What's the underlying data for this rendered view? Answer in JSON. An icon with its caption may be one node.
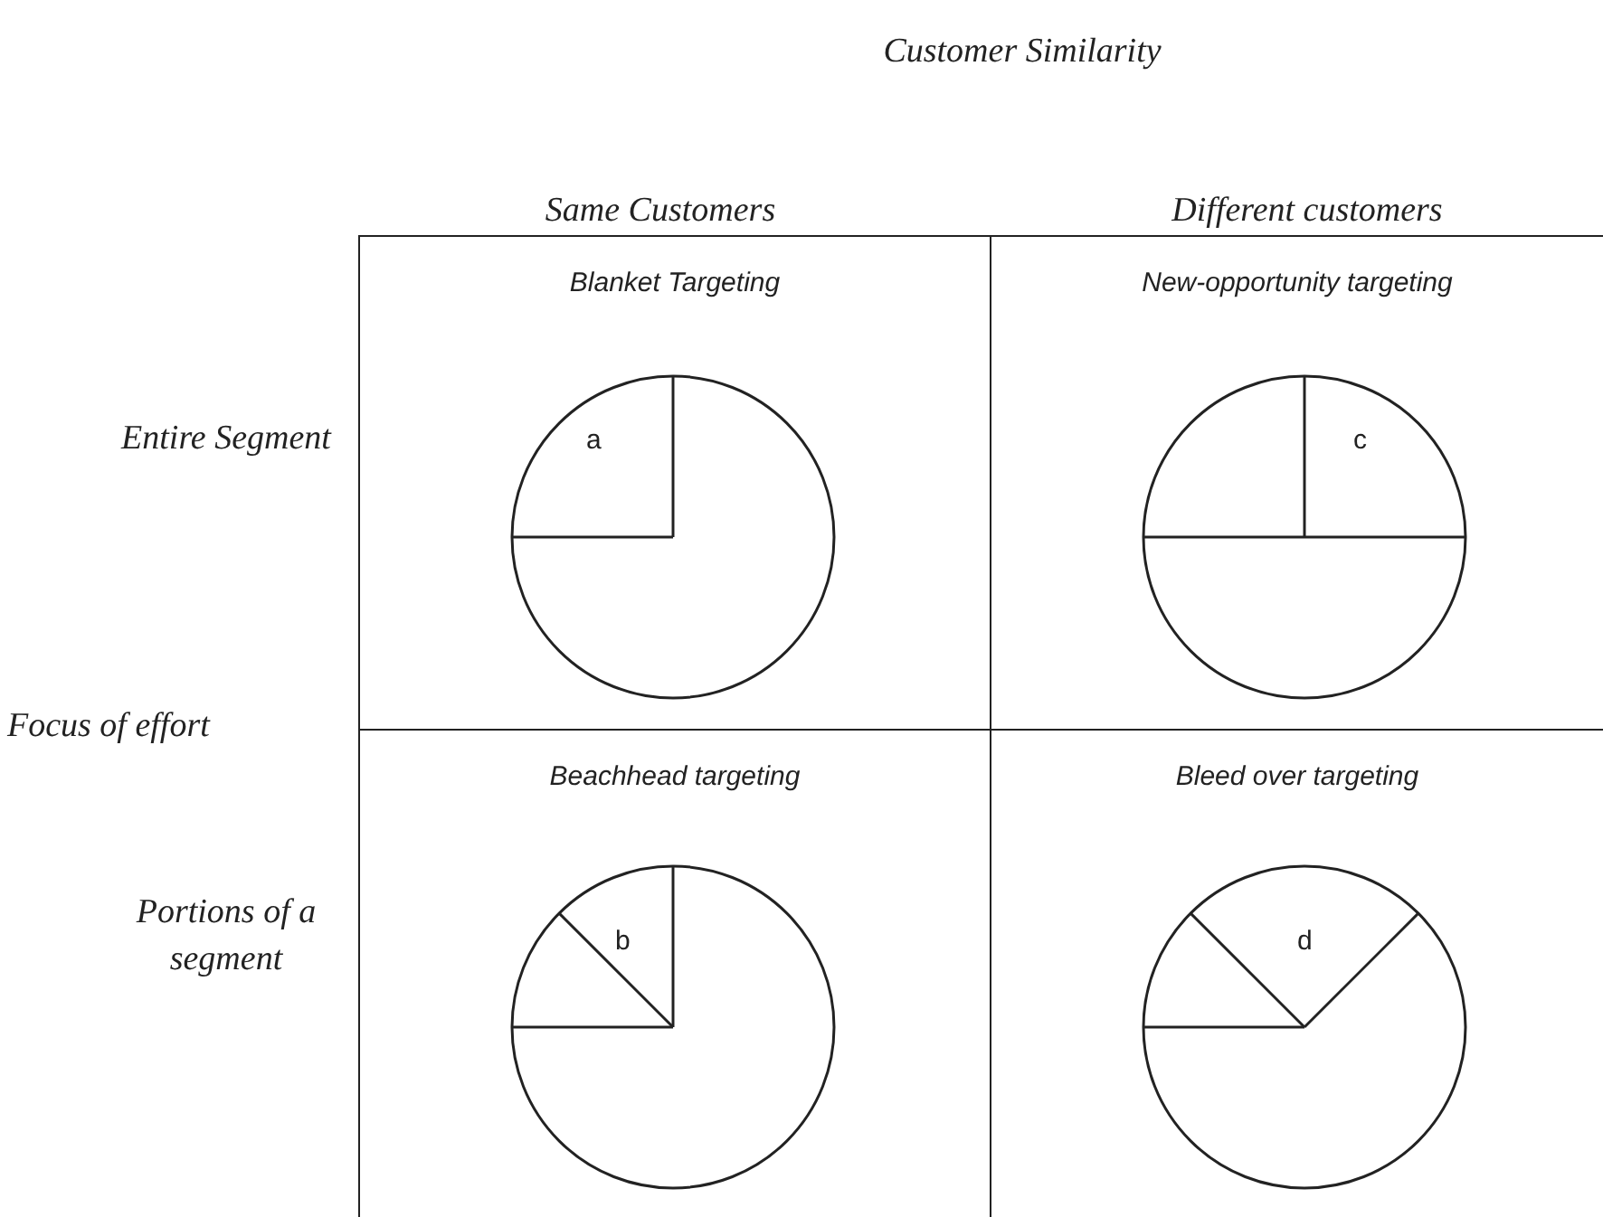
{
  "diagram": {
    "title": "Customer Similarity",
    "nodes": [
      {
        "text": [
          "Blanket Targeting"
        ]
      },
      {
        "text": [
          "a"
        ],
        "in": 0
      },
      {
        "text": [
          "New-opportunity targeting"
        ]
      },
      {
        "text": [
          "c"
        ],
        "in": 2
      },
      {
        "text": [
          "Beachhead targeting"
        ]
      },
      {
        "text": [
          "b"
        ],
        "in": 4
      },
      {
        "text": [
          "Bleed over targeting"
        ]
      },
      {
        "text": [
          "d"
        ],
        "in": 6
      }
    ],
    "labels": [
      "Same Customers",
      "Different customers",
      "Entire Segment",
      "Focus of effort",
      "Portions of a segment"
    ]
  }
}
